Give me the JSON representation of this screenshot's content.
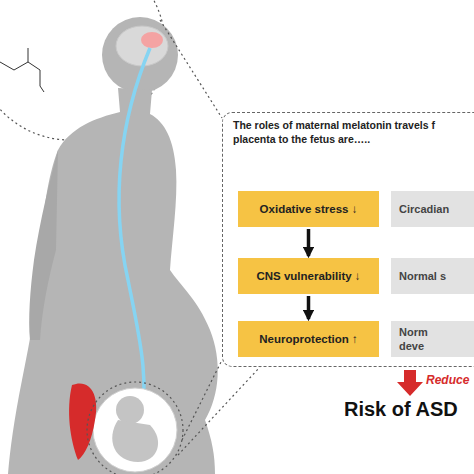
{
  "diagram": {
    "nodes": [
      {
        "text": [
          "The roles of maternal melatonin travels f placenta to the fetus are….."
        ]
      },
      {
        "text": [
          "Oxidative stress ↓"
        ],
        "in": 0
      },
      {
        "text": [
          "CNS vulnerability ↓"
        ],
        "in": 0
      },
      {
        "text": [
          "Neuroprotection ↑"
        ],
        "in": 0
      },
      {
        "text": [
          "Circadian"
        ],
        "in": 0
      },
      {
        "text": [
          "Normal s"
        ],
        "in": 0
      },
      {
        "text": [
          "Norm deve"
        ],
        "in": 0
      }
    ],
    "edges": [
      {
        "from": 1,
        "to": 2,
        "arrow": "to"
      },
      {
        "from": 2,
        "to": 3,
        "arrow": "to"
      }
    ],
    "labels": [
      "Reduce",
      "Risk of ASD"
    ]
  }
}
